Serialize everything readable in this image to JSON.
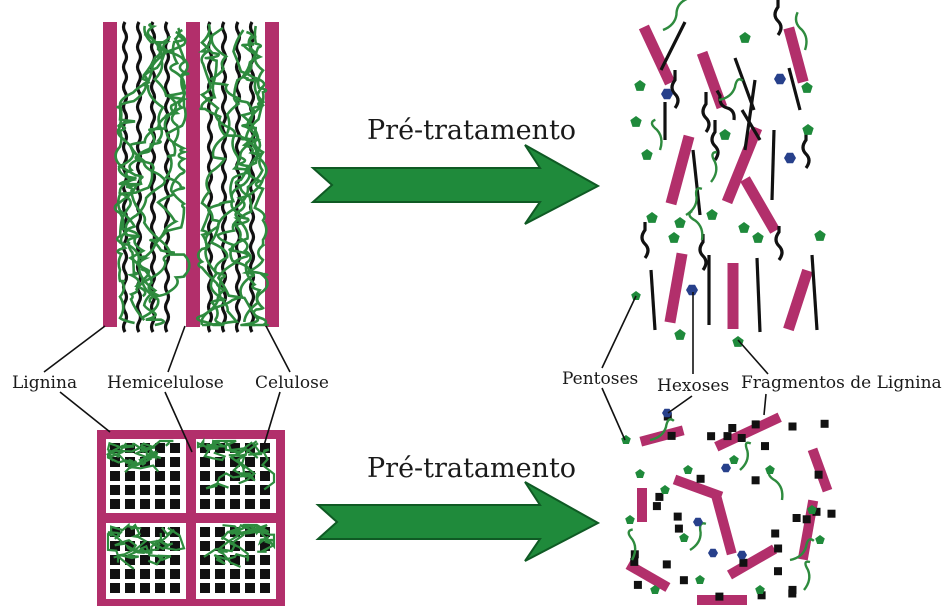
{
  "colors": {
    "cellulose": "#b22f6b",
    "hemicellulose": "#2e8b3e",
    "lignin": "#111111",
    "hexose": "#27408b",
    "pentose": "#1f8a3b",
    "arrow": "#1f8a3b",
    "arrow_stroke": "#0f5a24"
  },
  "arrows": [
    {
      "label": "Pré-tratamento"
    },
    {
      "label": "Pré-tratamento"
    }
  ],
  "labels": {
    "lignina": "Lignina",
    "hemicelulose": "Hemicelulose",
    "celulose": "Celulose",
    "pentoses": "Pentoses",
    "hexoses": "Hexoses",
    "fragmentos": "Fragmentos de Lignina"
  },
  "icons": {
    "cellulose": "magenta-bar",
    "hemicellulose": "green-squiggle",
    "lignin": "black-wavy-strand",
    "pentose": "green-pentagon",
    "hexose": "blue-hexagon"
  }
}
